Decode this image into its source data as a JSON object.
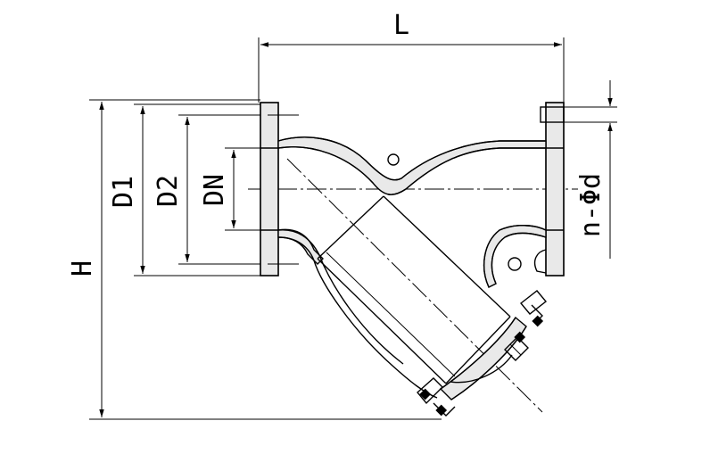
{
  "labels": {
    "length": "L",
    "height": "H",
    "flange_outer": "D1",
    "bolt_circle": "D2",
    "nominal": "DN",
    "bolt_holes": "n-Φd"
  },
  "colors": {
    "line": "#000000",
    "background": "#ffffff",
    "section_fill": "#e9e9e9"
  }
}
